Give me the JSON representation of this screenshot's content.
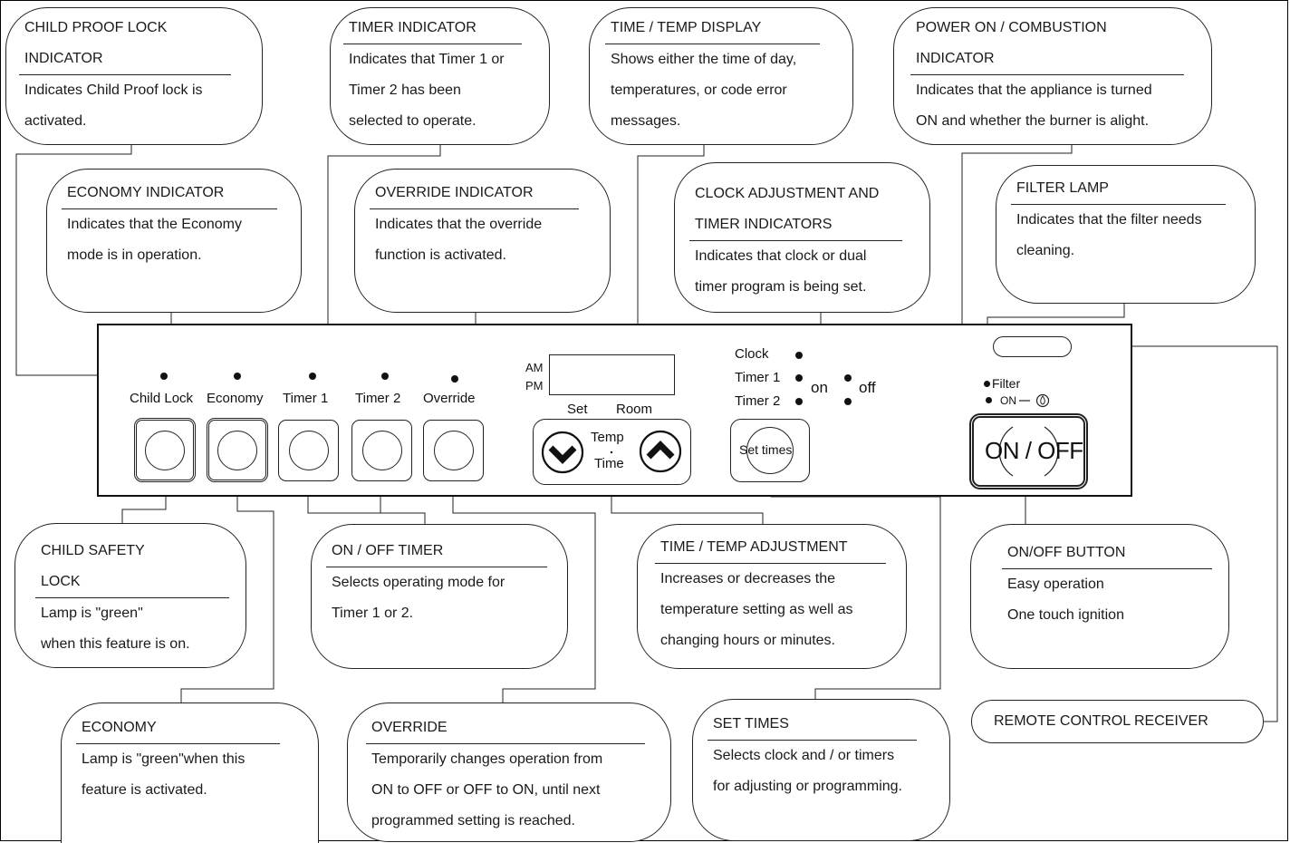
{
  "callouts": {
    "child_proof": {
      "title1": "CHILD PROOF LOCK",
      "title2": "INDICATOR",
      "line1": "Indicates Child Proof lock is",
      "line2": "activated."
    },
    "timer_indicator": {
      "title": "TIMER INDICATOR",
      "line1": "Indicates that Timer 1 or",
      "line2": "Timer 2 has been",
      "line3": "selected to operate."
    },
    "time_temp_display": {
      "title": "TIME / TEMP DISPLAY",
      "line1": "Shows either the time of day,",
      "line2": "temperatures, or code error",
      "line3": "messages."
    },
    "power_on": {
      "title1": "POWER ON / COMBUSTION",
      "title2": "INDICATOR",
      "line1": "Indicates that the appliance is turned",
      "line2": "ON and whether the burner is alight."
    },
    "economy_indicator": {
      "title": "ECONOMY INDICATOR",
      "line1": "Indicates that the Economy",
      "line2": "mode is in  operation."
    },
    "override_indicator": {
      "title": "OVERRIDE INDICATOR",
      "line1": "Indicates that the override",
      "line2": "function is activated."
    },
    "clock_adjust": {
      "title1": "CLOCK ADJUSTMENT AND",
      "title2": "TIMER INDICATORS",
      "line1": "Indicates that clock or dual",
      "line2": "timer program is being set."
    },
    "filter_lamp": {
      "title": "FILTER LAMP",
      "line1": "Indicates that the filter needs",
      "line2": "cleaning."
    },
    "child_safety": {
      "title1": "CHILD SAFETY",
      "title2": "LOCK",
      "line1": "Lamp is \"green\"",
      "line2": "when this feature is on."
    },
    "on_off_timer": {
      "title": "ON / OFF TIMER",
      "line1": "Selects operating mode for",
      "line2": "Timer 1 or 2."
    },
    "time_temp_adjust": {
      "title": "TIME / TEMP  ADJUSTMENT",
      "line1": "Increases or decreases the",
      "line2": "temperature setting as well as",
      "line3": "changing hours or minutes."
    },
    "on_off_button": {
      "title": "ON/OFF BUTTON",
      "line1": "Easy operation",
      "line2": "One touch ignition"
    },
    "economy": {
      "title": "ECONOMY",
      "line1": "Lamp is \"green\"when this",
      "line2": "feature is activated."
    },
    "override": {
      "title": "OVERRIDE",
      "line1": "Temporarily changes operation from",
      "line2": "ON to OFF or OFF to ON, until next",
      "line3": "programmed setting is reached."
    },
    "set_times": {
      "title": "SET TIMES",
      "line1": "Selects clock and / or timers",
      "line2": "for adjusting or programming."
    },
    "remote": {
      "title": "REMOTE CONTROL RECEIVER"
    }
  },
  "panel": {
    "child_lock": "Child Lock",
    "economy": "Economy",
    "timer1": "Timer 1",
    "timer2": "Timer 2",
    "override": "Override",
    "am": "AM",
    "pm": "PM",
    "set": "Set",
    "room": "Room",
    "temp": "Temp",
    "time": "Time",
    "clock": "Clock",
    "timer1_short": "Timer  1",
    "timer2_short": "Timer  2",
    "on": "on",
    "off": "off",
    "set_times": "Set times",
    "filter": "Filter",
    "on_small": "ON",
    "on_off": "ON / OFF"
  },
  "icons": [
    "chevron-down-icon",
    "chevron-up-icon",
    "flame-icon"
  ]
}
